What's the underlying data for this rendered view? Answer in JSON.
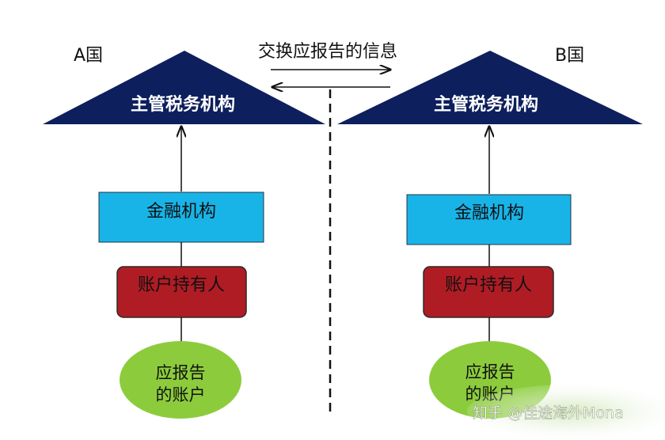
{
  "country_a": {
    "label": "A国"
  },
  "country_b": {
    "label": "B国"
  },
  "exchange": {
    "label": "交换应报告的信息"
  },
  "authority_label": "主管税务机构",
  "financial_institution_label": "金融机构",
  "account_holder_label": "账户持有人",
  "reportable_account_label": {
    "line1": "应报告",
    "line2": "的账户"
  },
  "watermark": "知乎 @佳途海外Mona",
  "colors": {
    "triangle": "#0d1f5c",
    "institution_box": "#18b4e8",
    "holder_box": "#b01c24",
    "account_ellipse": "#8ccc3c"
  }
}
